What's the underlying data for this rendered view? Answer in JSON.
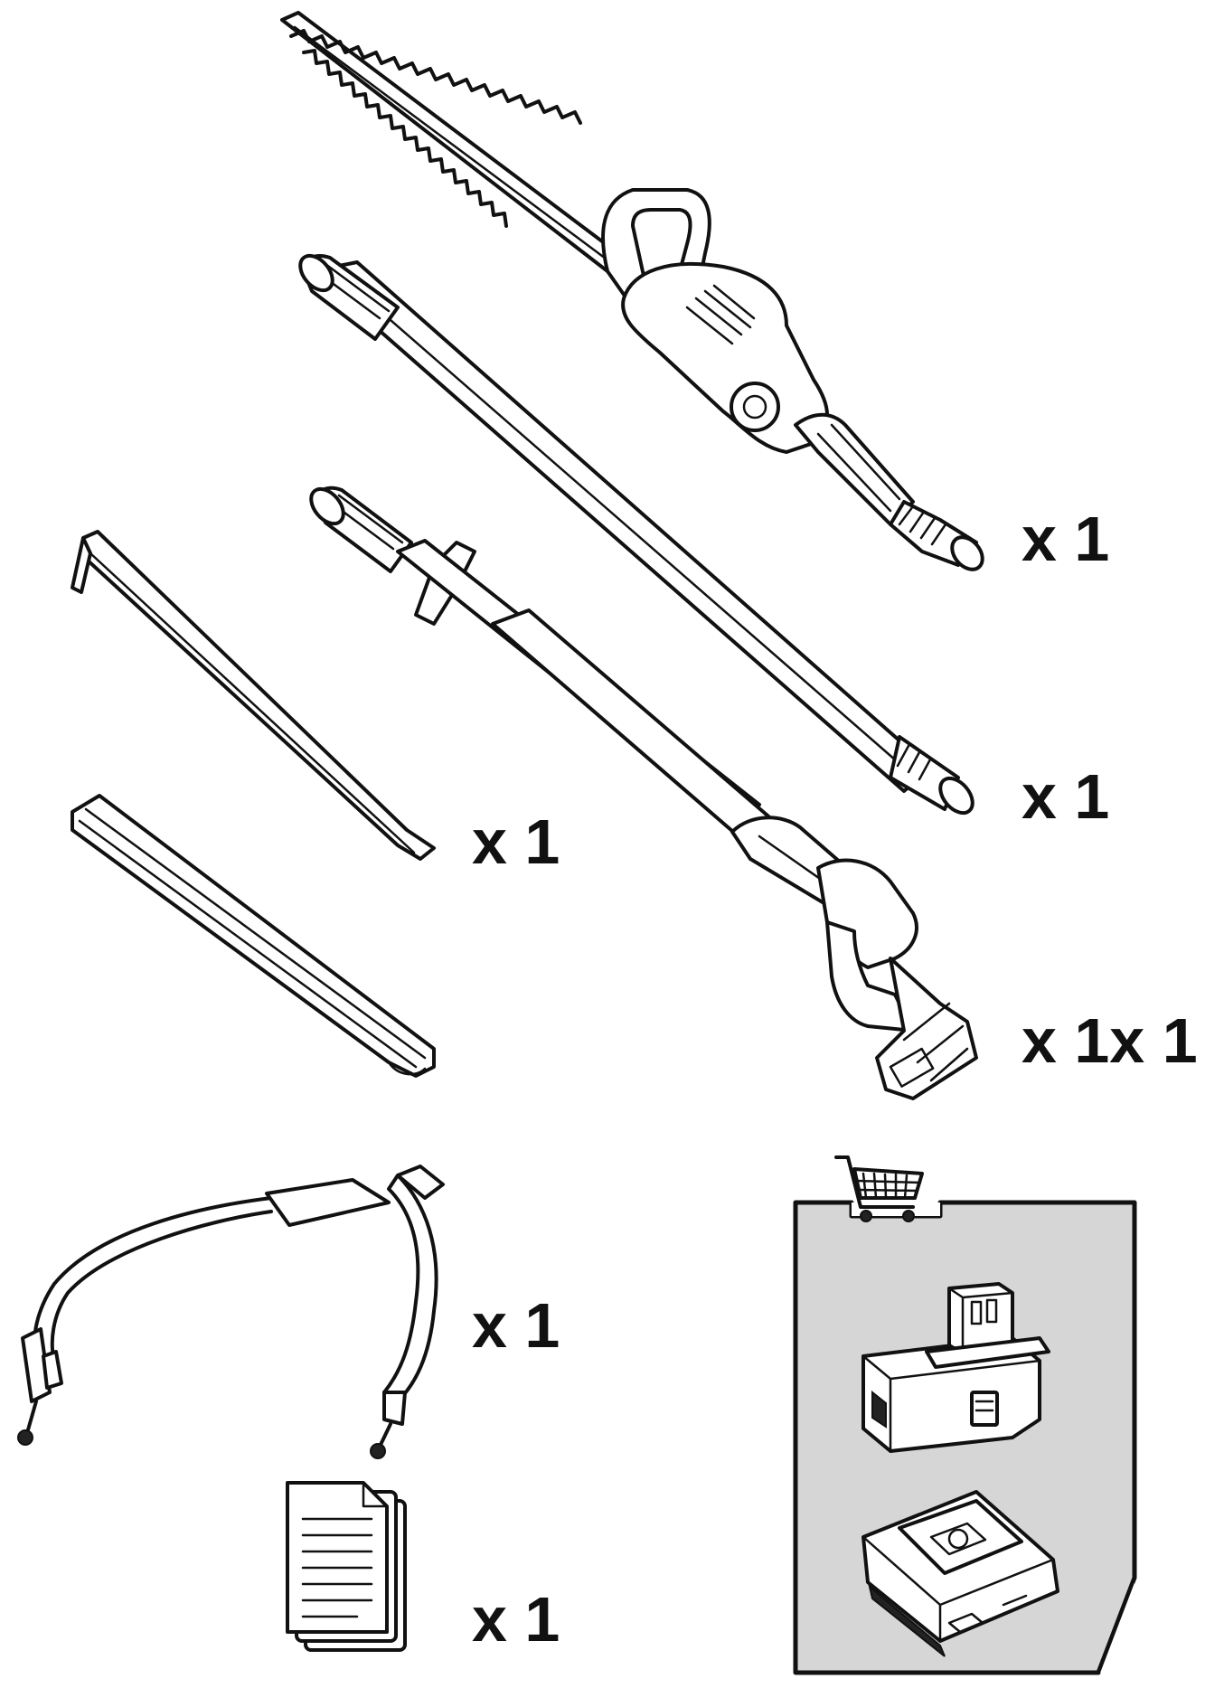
{
  "parts": {
    "hedge_trimmer": {
      "qty": "x 1",
      "icon": "hedge-trimmer-head-icon"
    },
    "extension_pole": {
      "qty": "x 1",
      "icon": "extension-pole-icon"
    },
    "power_head": {
      "qty": "x 1x 1",
      "icon": "power-head-icon"
    },
    "blade_cover": {
      "qty": "x 1",
      "icon": "blade-cover-icon"
    },
    "shoulder_strap": {
      "qty": "x 1",
      "icon": "shoulder-strap-icon"
    },
    "manual": {
      "qty": "x 1",
      "icon": "manual-documents-icon"
    }
  },
  "sold_separately": {
    "icon": "shopping-cart-icon",
    "items": [
      "battery-icon",
      "charger-icon"
    ],
    "panel_color": "#d6d6d6"
  }
}
